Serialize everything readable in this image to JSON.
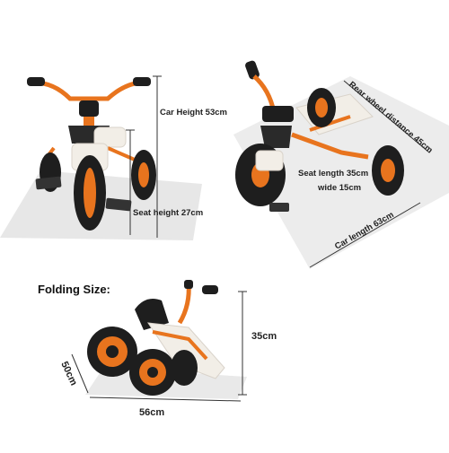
{
  "labels": {
    "car_height": "Car Height 53cm",
    "seat_height": "Seat height 27cm",
    "rear_wheel_distance": "Rear wheel distance 45cm",
    "seat_length": "Seat length 35cm",
    "wide": "wide 15cm",
    "car_length": "Car length 63cm",
    "folding_size": "Folding Size:",
    "folded_height": "35cm",
    "folded_depth": "50cm",
    "folded_length": "56cm"
  },
  "colors": {
    "frame": "#e8741e",
    "tire": "#1e1e1e",
    "seat": "#f2eee7",
    "floor": "#e7e7e7"
  }
}
